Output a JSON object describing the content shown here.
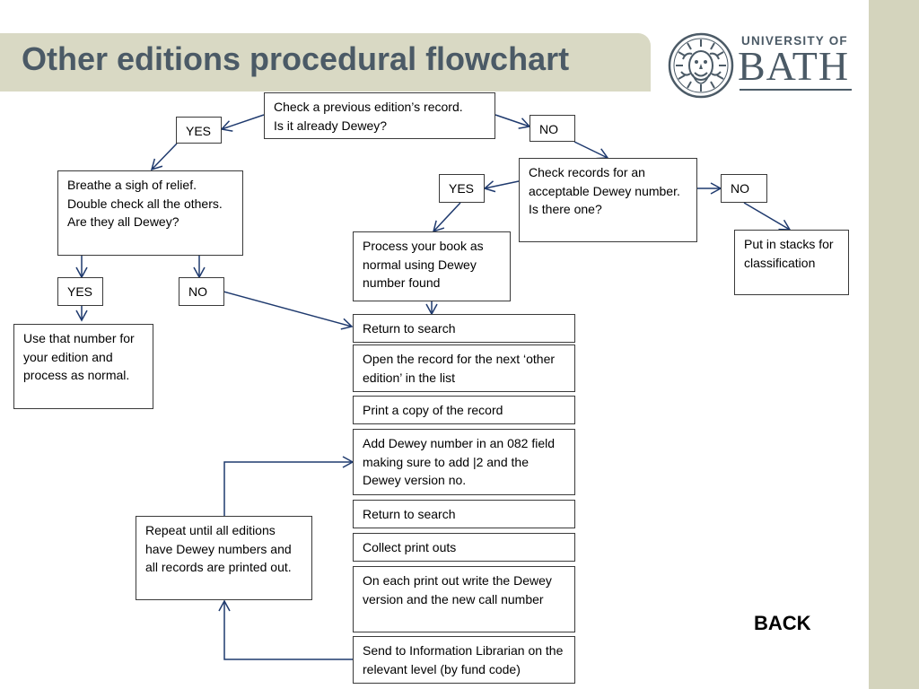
{
  "slide": {
    "title": "Other editions procedural flowchart",
    "back_label": "BACK"
  },
  "logo": {
    "line1": "UNIVERSITY OF",
    "line2": "BATH"
  },
  "boxes": {
    "check_prev": "Check a previous edition’s record.\nIs it already Dewey?",
    "yes1": "YES",
    "no1": "NO",
    "breathe": "Breathe a sigh of relief.\nDouble check all the others.\nAre they all Dewey?",
    "check_records": "Check records for an acceptable Dewey number.\nIs there one?",
    "yes2": "YES",
    "no2": "NO",
    "put_stacks": "Put in stacks for classification",
    "process_book": "Process your book as normal using Dewey number found",
    "yes3": "YES",
    "no3": "NO",
    "use_number": "Use that number for your edition and process as normal.",
    "return1": "Return to search",
    "open_record": "Open the record for the next ‘other edition’ in the list",
    "print_copy": "Print a copy of the record",
    "add_dewey": "Add Dewey number in an 082 field making sure to add |2 and the Dewey version no.",
    "return2": "Return to search",
    "collect": "Collect print outs",
    "write_version": "On each print out write the Dewey version and the new call number",
    "send_librarian": "Send to Information Librarian on the relevant level (by fund code)",
    "repeat": "Repeat until all editions have Dewey numbers and all records are printed out."
  },
  "colors": {
    "arrow": "#1f3a6e",
    "title": "#4b5a66",
    "title_bar": "#d9d9c4",
    "strip": "#d4d4bd"
  }
}
